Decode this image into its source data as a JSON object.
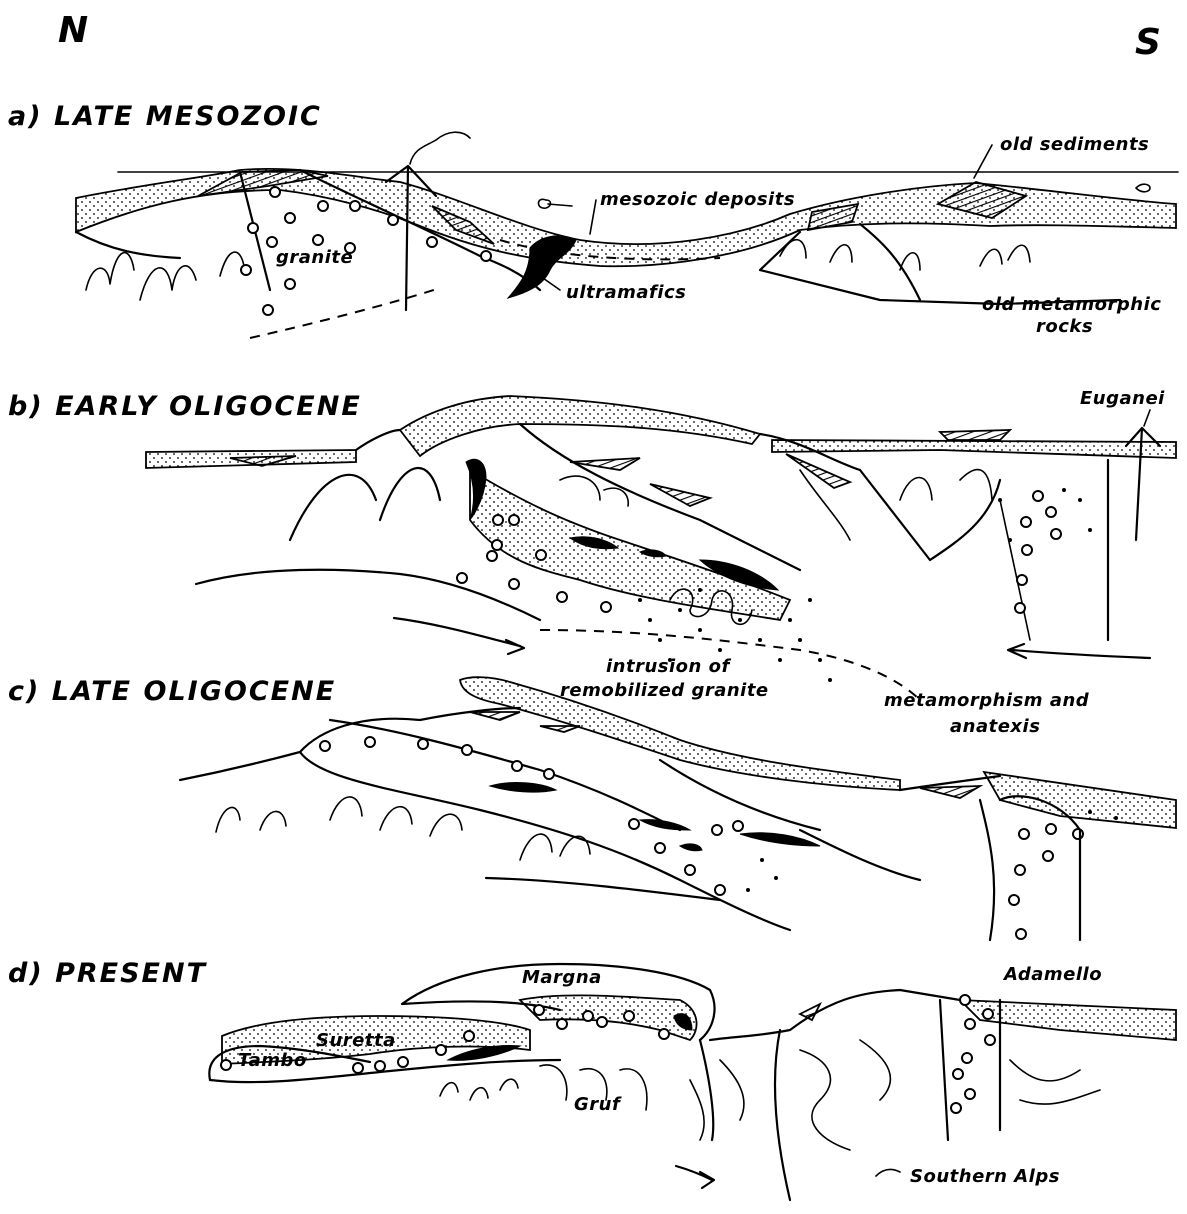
{
  "compass": {
    "north": "N",
    "south": "S"
  },
  "panels": [
    {
      "title": "a) LATE MESOZOIC",
      "labels": {
        "granite": "granite",
        "mesozoic": "mesozoic deposits",
        "ultramafics": "ultramafics",
        "old_sediments": "old sediments",
        "old_meta_1": "old metamorphic",
        "old_meta_2": "rocks"
      }
    },
    {
      "title": "b) EARLY OLIGOCENE",
      "labels": {
        "euganei": "Euganei",
        "intrusion_1": "intrusion of",
        "intrusion_2": "remobilized granite",
        "meta_1": "metamorphism and",
        "meta_2": "anatexis"
      }
    },
    {
      "title": "c) LATE OLIGOCENE",
      "labels": {}
    },
    {
      "title": "d) PRESENT",
      "labels": {
        "margna": "Margna",
        "adamello": "Adamello",
        "suretta": "Suretta",
        "tambo": "Tambo",
        "gruf": "Gruf",
        "southern_alps": "Southern Alps"
      }
    }
  ]
}
